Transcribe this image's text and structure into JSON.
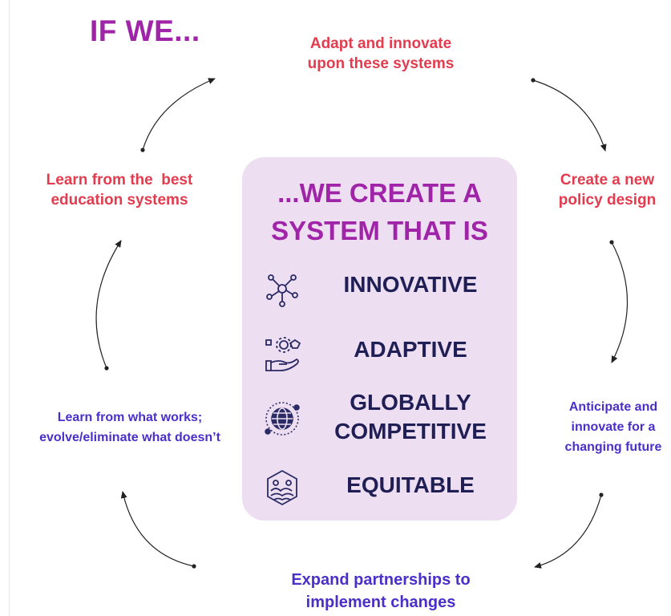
{
  "heading": "IF WE...",
  "cycle_steps": {
    "adapt": [
      "Adapt and innovate",
      "upon these systems"
    ],
    "create_policy": [
      "Create a new",
      "policy design"
    ],
    "anticipate": [
      "Anticipate and",
      "innovate for a",
      "changing future"
    ],
    "expand": [
      "Expand partnerships to",
      "implement changes"
    ],
    "learn_works": [
      "Learn from what works;",
      "evolve/eliminate what doesn’t"
    ],
    "learn_best": [
      "Learn from the  best",
      "education systems"
    ]
  },
  "center": {
    "title": [
      "...WE CREATE A",
      "SYSTEM THAT IS"
    ],
    "qualities": [
      {
        "label": [
          "INNOVATIVE"
        ],
        "icon": "network-nodes-icon"
      },
      {
        "label": [
          "ADAPTIVE"
        ],
        "icon": "hand-gear-icon"
      },
      {
        "label": [
          "GLOBALLY",
          "COMPETITIVE"
        ],
        "icon": "globe-icon"
      },
      {
        "label": [
          "EQUITABLE"
        ],
        "icon": "community-badge-icon"
      }
    ]
  },
  "colors": {
    "heading": "#a024a8",
    "red_steps": "#e23c4e",
    "blue_steps": "#4a2fc9",
    "center_box": "#eddff1",
    "qualities_text": "#1f1f56"
  }
}
